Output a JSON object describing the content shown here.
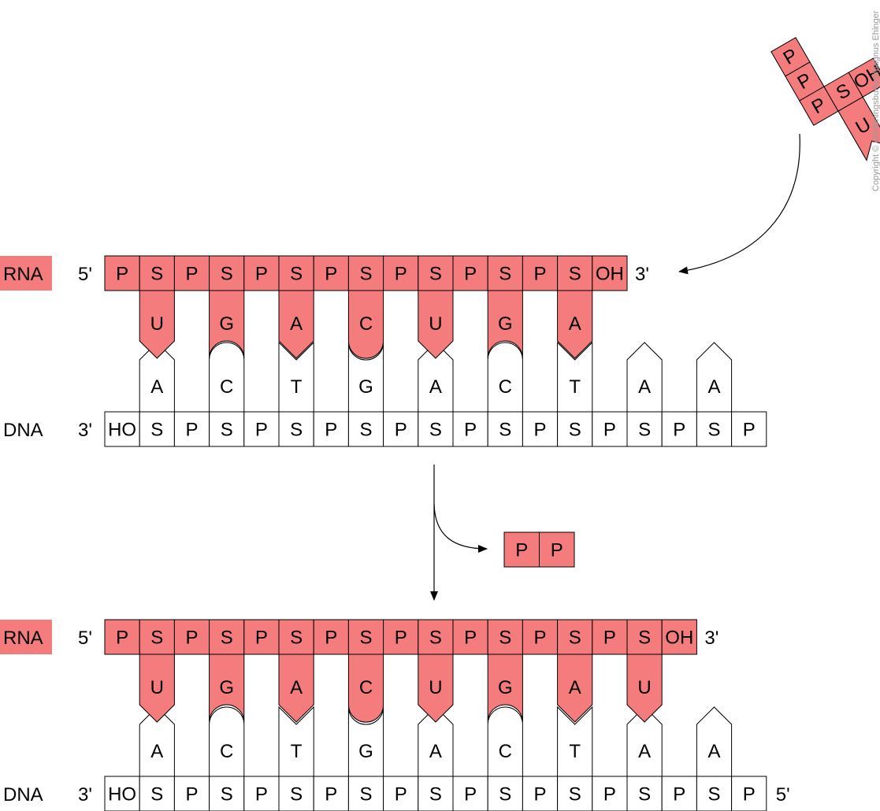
{
  "colors": {
    "rna_fill": "#f47c7c",
    "dna_fill": "#ffffff",
    "stroke": "#000000"
  },
  "labels": {
    "rna": "RNA",
    "dna": "DNA",
    "five_prime": "5'",
    "three_prime": "3'",
    "hydroxyl_rna": "OH",
    "hydroxyl_dna": "HO",
    "sugar": "S",
    "phosphate": "P",
    "copyright": "Copyright © Utbildningsburket/Magnus Ehinger"
  },
  "incoming_nucleotide": {
    "phosphates": [
      "P",
      "P",
      "P"
    ],
    "sugar": "S",
    "hydroxyl": "OH",
    "base": "U"
  },
  "released_pyrophosphate": [
    "P",
    "P"
  ],
  "dna_template_bases": [
    "A",
    "C",
    "T",
    "G",
    "A",
    "C",
    "T",
    "A",
    "A"
  ],
  "rna_before": {
    "bases": [
      "U",
      "G",
      "A",
      "C",
      "U",
      "G",
      "A"
    ]
  },
  "rna_after": {
    "bases": [
      "U",
      "G",
      "A",
      "C",
      "U",
      "G",
      "A",
      "U"
    ]
  }
}
